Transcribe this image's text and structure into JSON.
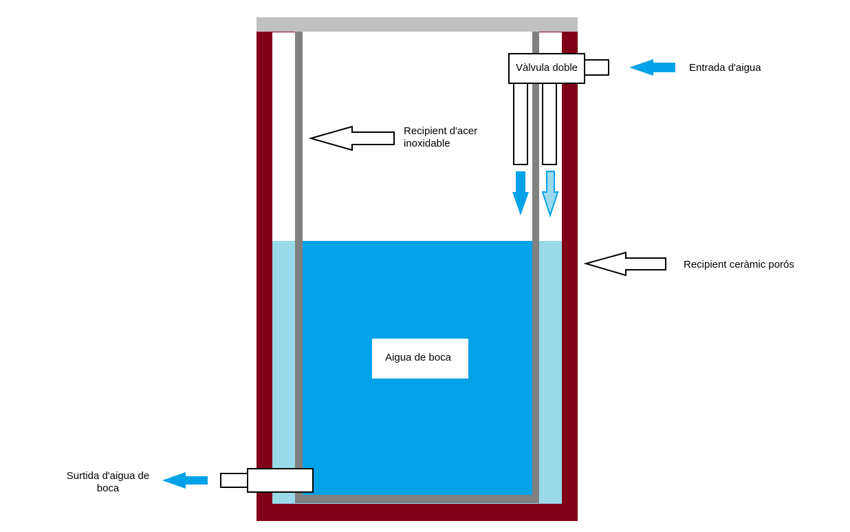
{
  "labels": {
    "valve": "Vàlvula doble",
    "inlet": "Entrada d'aigua",
    "steel_vessel_line1": "Recipient d'acer",
    "steel_vessel_line2": "inoxidable",
    "ceramic_vessel": "Recipient ceràmic porós",
    "water_content": "Aigua de boca",
    "outlet_line1": "Surtida d'aigua de",
    "outlet_line2": "boca"
  },
  "colors": {
    "ceramic": "#800018",
    "lid": "#c0c0c0",
    "steel_wall": "#808080",
    "drinking_water": "#00a2e8",
    "seepage_water": "#99d9ea",
    "flow_arrow": "#00a2e8",
    "flow_arrow_light": "#99d9ea",
    "outline": "#000000"
  },
  "icons": {
    "pointer": "hollow-arrow-left-icon",
    "flow": "blue-arrow-icon"
  }
}
